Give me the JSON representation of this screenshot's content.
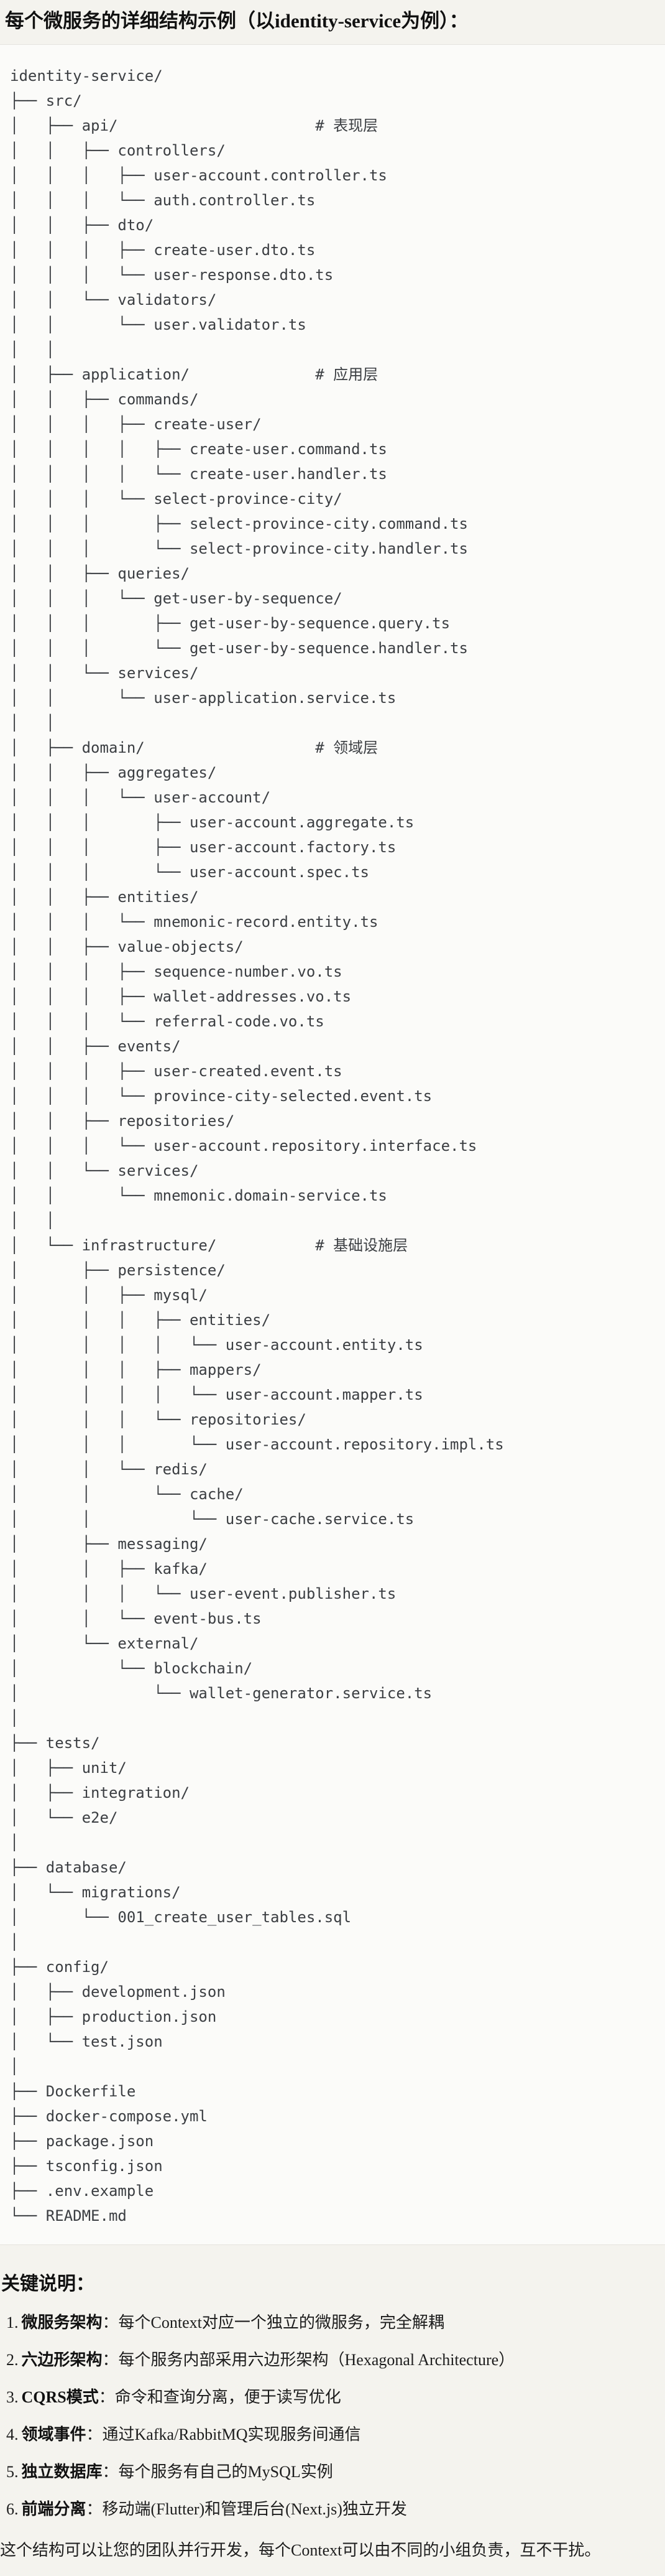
{
  "page": {
    "title": "每个微服务的详细结构示例（以identity-service为例）："
  },
  "code_block": {
    "language": "text",
    "lines": [
      "identity-service/",
      "├── src/",
      "│   ├── api/                      # 表现层",
      "│   │   ├── controllers/",
      "│   │   │   ├── user-account.controller.ts",
      "│   │   │   └── auth.controller.ts",
      "│   │   ├── dto/",
      "│   │   │   ├── create-user.dto.ts",
      "│   │   │   └── user-response.dto.ts",
      "│   │   └── validators/",
      "│   │       └── user.validator.ts",
      "│   │",
      "│   ├── application/              # 应用层",
      "│   │   ├── commands/",
      "│   │   │   ├── create-user/",
      "│   │   │   │   ├── create-user.command.ts",
      "│   │   │   │   └── create-user.handler.ts",
      "│   │   │   └── select-province-city/",
      "│   │   │       ├── select-province-city.command.ts",
      "│   │   │       └── select-province-city.handler.ts",
      "│   │   ├── queries/",
      "│   │   │   └── get-user-by-sequence/",
      "│   │   │       ├── get-user-by-sequence.query.ts",
      "│   │   │       └── get-user-by-sequence.handler.ts",
      "│   │   └── services/",
      "│   │       └── user-application.service.ts",
      "│   │",
      "│   ├── domain/                   # 领域层",
      "│   │   ├── aggregates/",
      "│   │   │   └── user-account/",
      "│   │   │       ├── user-account.aggregate.ts",
      "│   │   │       ├── user-account.factory.ts",
      "│   │   │       └── user-account.spec.ts",
      "│   │   ├── entities/",
      "│   │   │   └── mnemonic-record.entity.ts",
      "│   │   ├── value-objects/",
      "│   │   │   ├── sequence-number.vo.ts",
      "│   │   │   ├── wallet-addresses.vo.ts",
      "│   │   │   └── referral-code.vo.ts",
      "│   │   ├── events/",
      "│   │   │   ├── user-created.event.ts",
      "│   │   │   └── province-city-selected.event.ts",
      "│   │   ├── repositories/",
      "│   │   │   └── user-account.repository.interface.ts",
      "│   │   └── services/",
      "│   │       └── mnemonic.domain-service.ts",
      "│   │",
      "│   └── infrastructure/           # 基础设施层",
      "│       ├── persistence/",
      "│       │   ├── mysql/",
      "│       │   │   ├── entities/",
      "│       │   │   │   └── user-account.entity.ts",
      "│       │   │   ├── mappers/",
      "│       │   │   │   └── user-account.mapper.ts",
      "│       │   │   └── repositories/",
      "│       │   │       └── user-account.repository.impl.ts",
      "│       │   └── redis/",
      "│       │       └── cache/",
      "│       │           └── user-cache.service.ts",
      "│       ├── messaging/",
      "│       │   ├── kafka/",
      "│       │   │   └── user-event.publisher.ts",
      "│       │   └── event-bus.ts",
      "│       └── external/",
      "│           └── blockchain/",
      "│               └── wallet-generator.service.ts",
      "│",
      "├── tests/",
      "│   ├── unit/",
      "│   ├── integration/",
      "│   └── e2e/",
      "│",
      "├── database/",
      "│   └── migrations/",
      "│       └── 001_create_user_tables.sql",
      "│",
      "├── config/",
      "│   ├── development.json",
      "│   ├── production.json",
      "│   └── test.json",
      "│",
      "├── Dockerfile",
      "├── docker-compose.yml",
      "├── package.json",
      "├── tsconfig.json",
      "├── .env.example",
      "└── README.md"
    ]
  },
  "notes": {
    "heading": "关键说明：",
    "items": [
      {
        "num": "1.",
        "term": "微服务架构",
        "colon": "：",
        "desc": "每个Context对应一个独立的微服务，完全解耦"
      },
      {
        "num": "2.",
        "term": "六边形架构",
        "colon": "：",
        "desc": "每个服务内部采用六边形架构（Hexagonal Architecture）"
      },
      {
        "num": "3.",
        "term": "CQRS模式",
        "colon": "：",
        "desc": "命令和查询分离，便于读写优化"
      },
      {
        "num": "4.",
        "term": "领域事件",
        "colon": "：",
        "desc": "通过Kafka/RabbitMQ实现服务间通信"
      },
      {
        "num": "5.",
        "term": "独立数据库",
        "colon": "：",
        "desc": "每个服务有自己的MySQL实例"
      },
      {
        "num": "6.",
        "term": "前端分离",
        "colon": "：",
        "desc": "移动端(Flutter)和管理后台(Next.js)独立开发"
      }
    ],
    "footer": "这个结构可以让您的团队并行开发，每个Context可以由不同的小组负责，互不干扰。"
  }
}
